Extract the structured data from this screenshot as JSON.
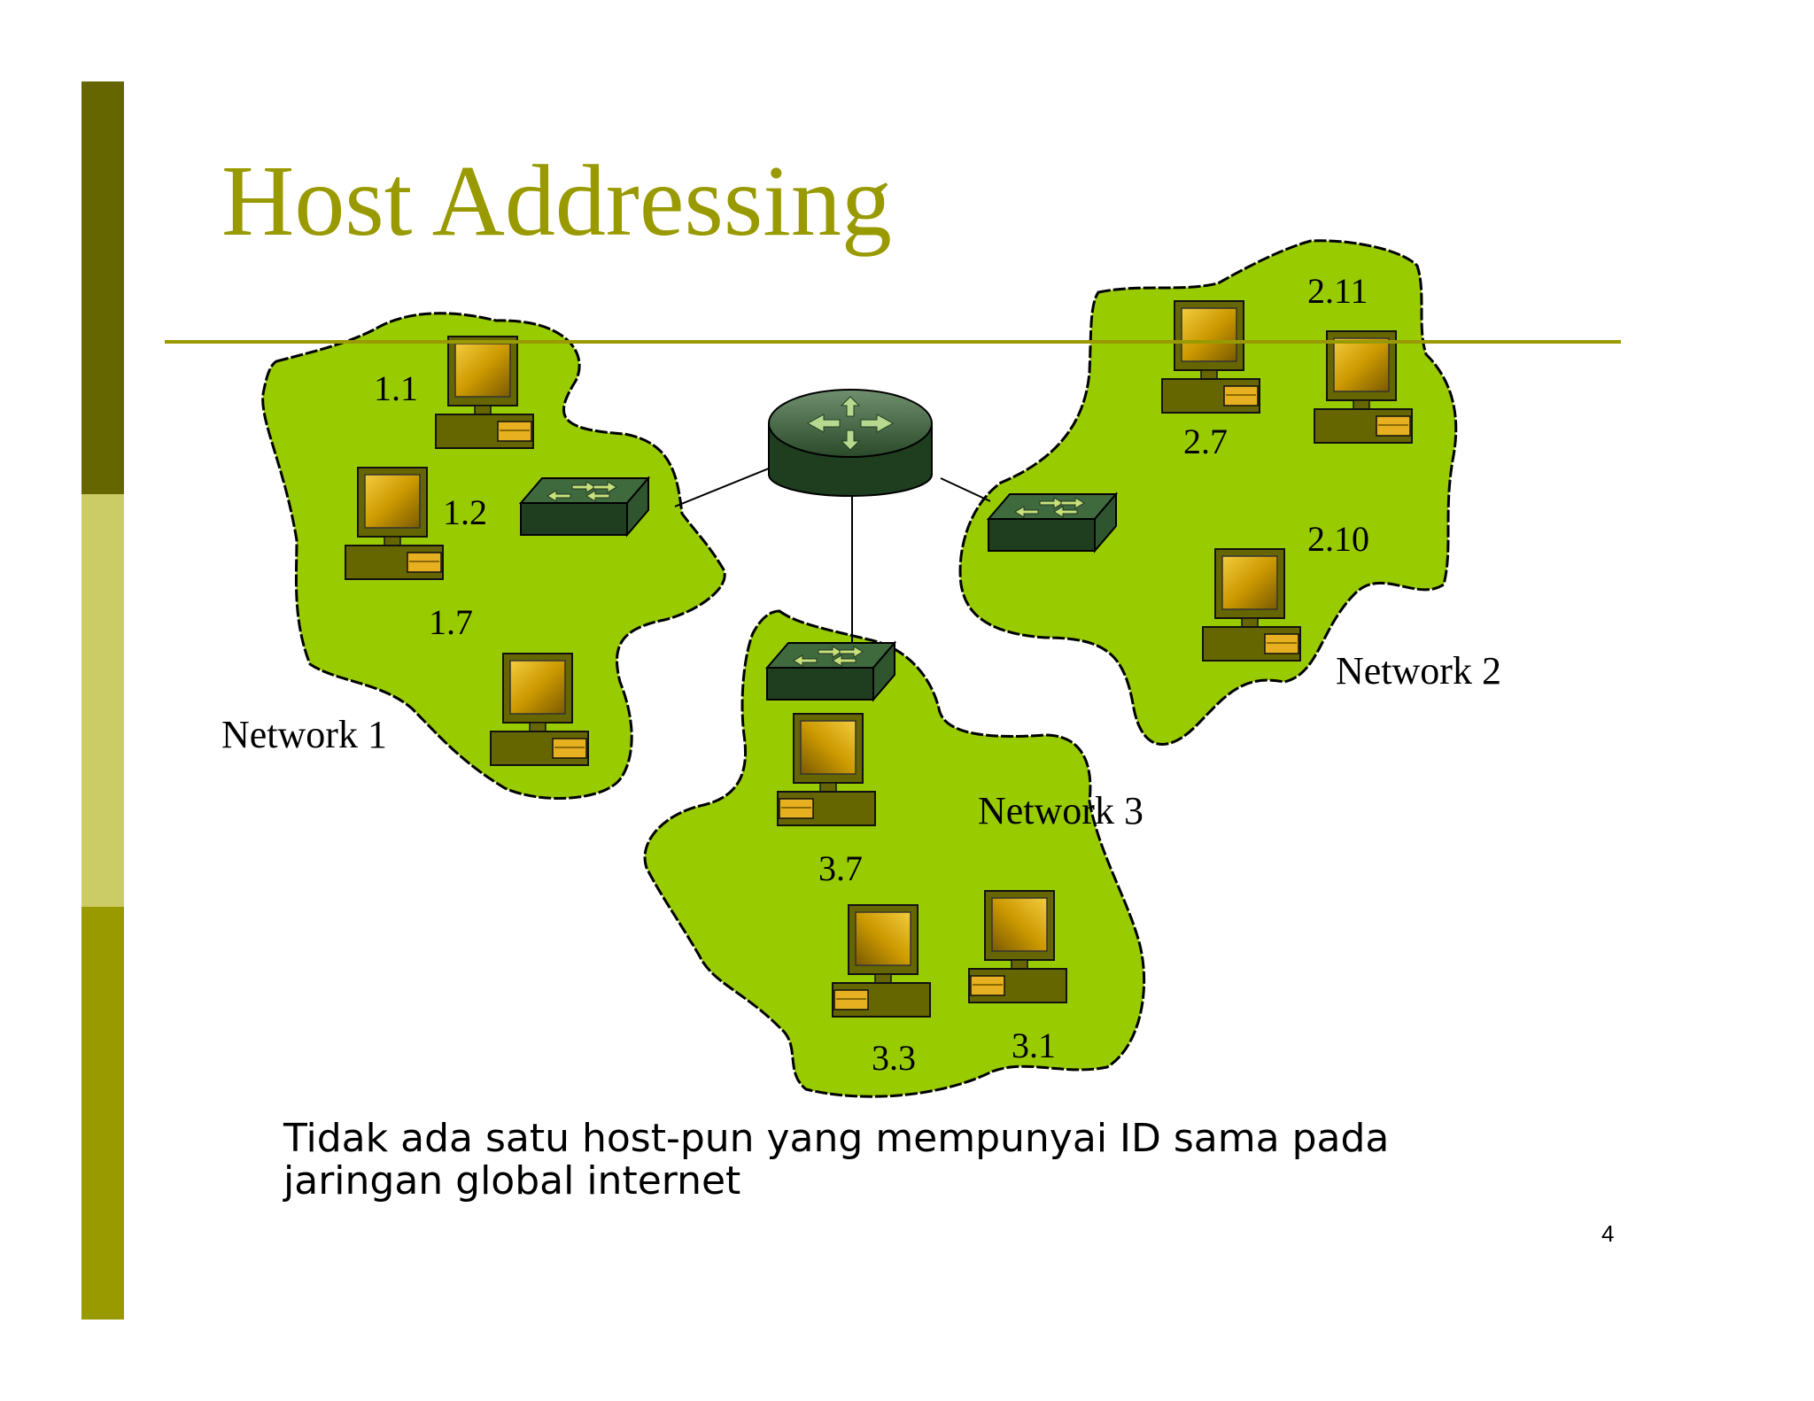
{
  "slide": {
    "title": "Host Addressing",
    "caption": "Tidak ada satu host-pun yang mempunyai ID sama pada jaringan global internet",
    "page_number": "4"
  },
  "networks": [
    {
      "label": "Network 1",
      "hosts": [
        "1.1",
        "1.2",
        "1.7"
      ]
    },
    {
      "label": "Network 2",
      "hosts": [
        "2.11",
        "2.7",
        "2.10"
      ]
    },
    {
      "label": "Network 3",
      "hosts": [
        "3.7",
        "3.3",
        "3.1"
      ]
    }
  ],
  "colors": {
    "accent": "#999900",
    "bar_dark": "#666600",
    "bar_light": "#cccc66",
    "network_fill": "#99cc00",
    "switch_body": "#1f3d1f",
    "router_body": "#2a4a2a",
    "monitor_screen": "#cc9900",
    "computer_body": "#666600"
  },
  "icons": {
    "router": "router-icon",
    "switch": "switch-icon",
    "computer": "computer-icon"
  }
}
